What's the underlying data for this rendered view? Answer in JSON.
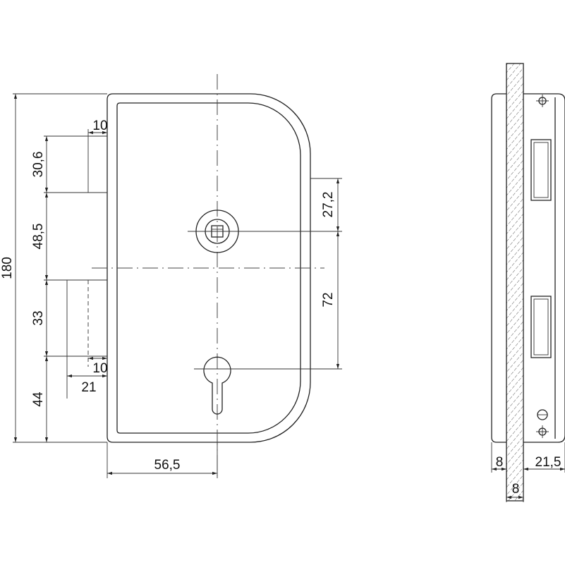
{
  "drawing": {
    "front_view": {
      "dimensions": {
        "overall_height": "180",
        "top_bolt_height": "30,6",
        "upper_gap": "48,5",
        "lower_bolt_height": "33",
        "bottom_gap": "44",
        "top_bolt_depth": "10",
        "lower_bolt_depth_inner": "10",
        "lower_bolt_depth_outer": "21",
        "centre_offset": "56,5",
        "cylinder_offset": "27,2",
        "cylinder_to_keyhole": "72"
      }
    },
    "side_view": {
      "dimensions": {
        "plate_thickness": "8",
        "body_depth": "21,5",
        "glass_thickness": "8"
      }
    }
  }
}
